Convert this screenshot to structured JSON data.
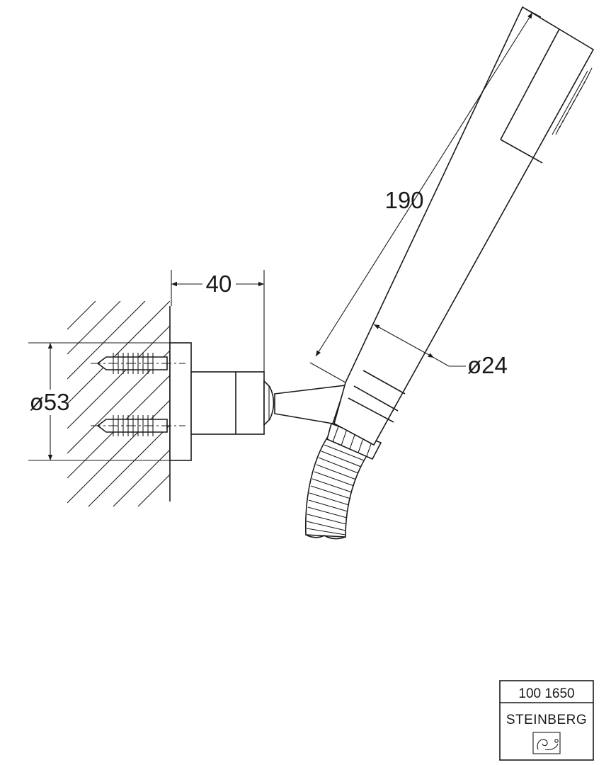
{
  "dimensions": {
    "length": "190",
    "depth": "40",
    "diameter_flange": "ø53",
    "diameter_handle": "ø24"
  },
  "title_block": {
    "article_number": "100 1650",
    "brand": "STEINBERG"
  }
}
